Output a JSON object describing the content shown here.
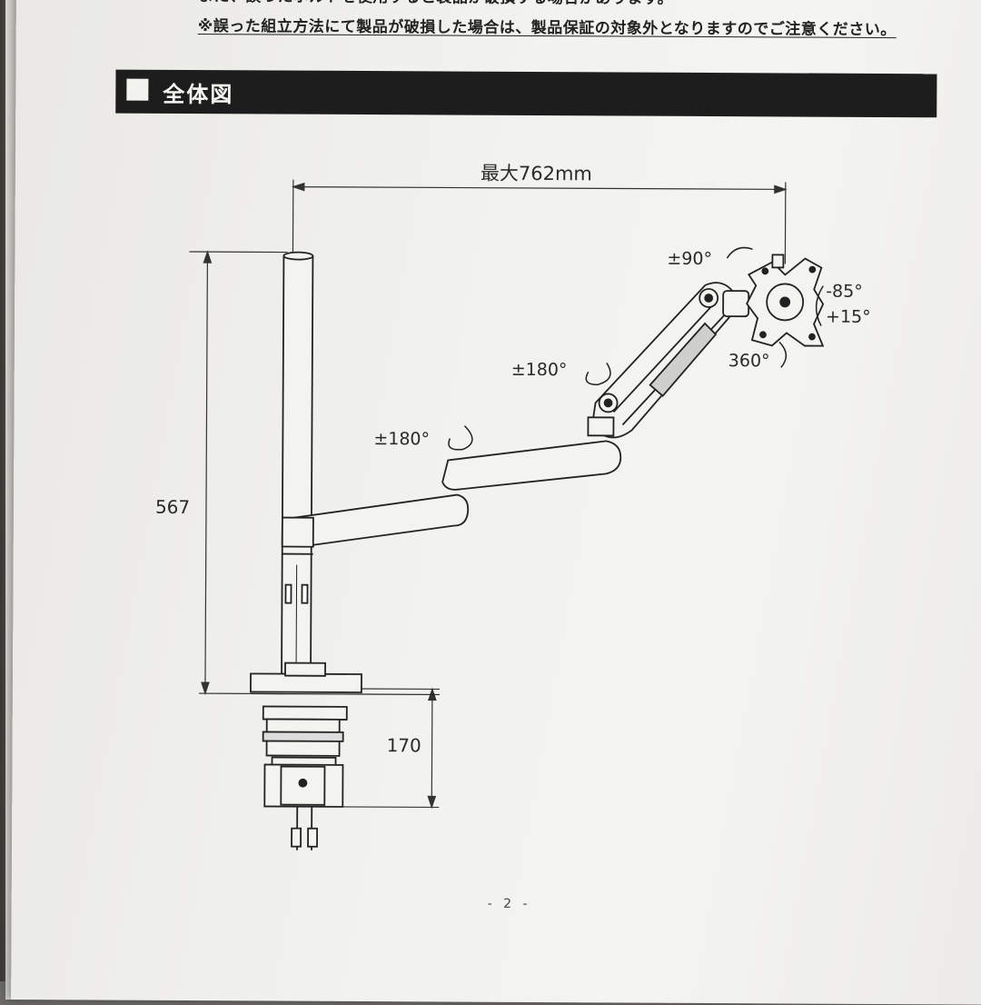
{
  "header": {
    "warning_line1": "また、誤ったボルトを使用すると製品が破損する場合があります。",
    "warning_line2": "※誤った組立方法にて製品が破損した場合は、製品保証の対象外となりますのでご注意ください。"
  },
  "section": {
    "title": "全体図"
  },
  "diagram": {
    "max_width_label": "最大762mm",
    "height_label": "567",
    "clamp_label": "170",
    "tilt_side_label": "±90°",
    "tilt_back_label": "-85°",
    "tilt_forward_label": "+15°",
    "rotation_label": "360°",
    "upper_swivel_label": "±180°",
    "lower_swivel_label": "±180°"
  },
  "footer": {
    "page_number": "- 2 -"
  },
  "colors": {
    "section_bar": "#1d1d1d",
    "paper": "#f2f2ef",
    "ink": "#2a2a2a"
  }
}
